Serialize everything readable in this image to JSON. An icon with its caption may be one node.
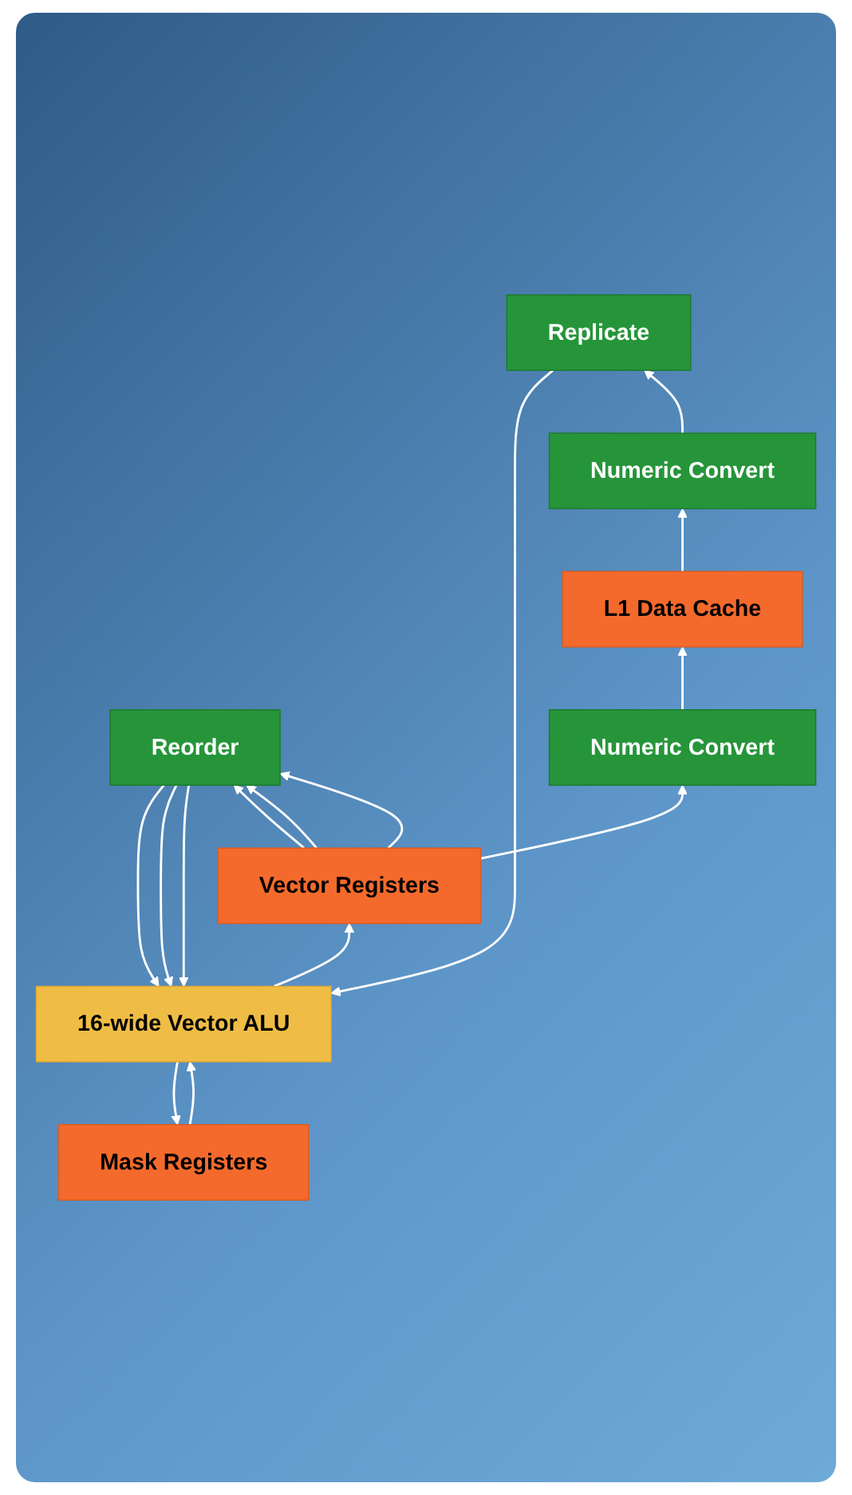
{
  "diagram": {
    "nodes": [
      {
        "text": [
          "Mask Registers"
        ]
      },
      {
        "text": [
          "16-wide Vector ALU"
        ]
      },
      {
        "text": [
          "Replicate"
        ]
      },
      {
        "text": [
          "Reorder"
        ]
      },
      {
        "text": [
          "Vector Registers"
        ]
      },
      {
        "text": [
          "Numeric Convert"
        ]
      },
      {
        "text": [
          "Numeric Convert"
        ]
      },
      {
        "text": [
          "L1 Data Cache"
        ]
      }
    ],
    "edges": [
      {
        "from": 1,
        "to": 0,
        "arrow": "to"
      },
      {
        "from": 0,
        "to": 1,
        "arrow": "to"
      },
      {
        "from": 2,
        "to": 1,
        "arrow": "to"
      },
      {
        "from": 1,
        "to": 4,
        "arrow": "to"
      },
      {
        "from": 3,
        "to": 1,
        "arrow": "to"
      },
      {
        "from": 3,
        "to": 1,
        "arrow": "to"
      },
      {
        "from": 3,
        "to": 1,
        "arrow": "to"
      },
      {
        "from": 4,
        "to": 3,
        "arrow": "to"
      },
      {
        "from": 4,
        "to": 3,
        "arrow": "to"
      },
      {
        "from": 4,
        "to": 3,
        "arrow": "to"
      },
      {
        "from": 5,
        "to": 2,
        "arrow": "to"
      },
      {
        "from": 4,
        "to": 6,
        "arrow": "to"
      },
      {
        "from": 7,
        "to": 5,
        "arrow": "to"
      },
      {
        "from": 6,
        "to": 7,
        "arrow": "to"
      }
    ]
  }
}
